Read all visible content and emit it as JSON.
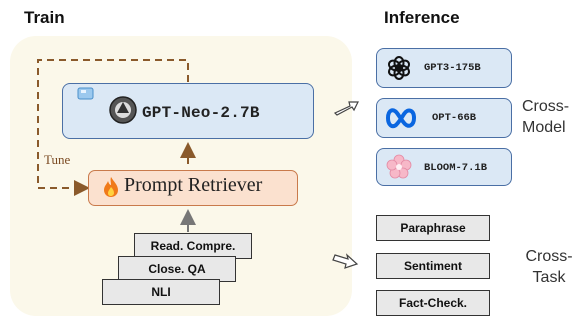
{
  "headings": {
    "train": "Train",
    "inference": "Inference"
  },
  "train": {
    "frozen_model": "GPT-Neo-2.7B",
    "retriever": "Prompt Retriever",
    "tune_label": "Tune",
    "tasks": [
      "Read. Compre.",
      "Close. QA",
      "NLI"
    ]
  },
  "inference": {
    "models": [
      "GPT3-175B",
      "OPT-66B",
      "BLOOM-7.1B"
    ],
    "cross_model_label": [
      "Cross-",
      "Model"
    ],
    "tasks": [
      "Paraphrase",
      "Sentiment",
      "Fact-Check."
    ],
    "cross_task_label": [
      "Cross-",
      "Task"
    ]
  },
  "colors": {
    "panel": "#fbf8ea",
    "model_fill": "#dbe8f5",
    "model_border": "#4a6fa5",
    "retriever_fill": "#fbe1cf",
    "tune_arrow": "#8a5a2b"
  }
}
